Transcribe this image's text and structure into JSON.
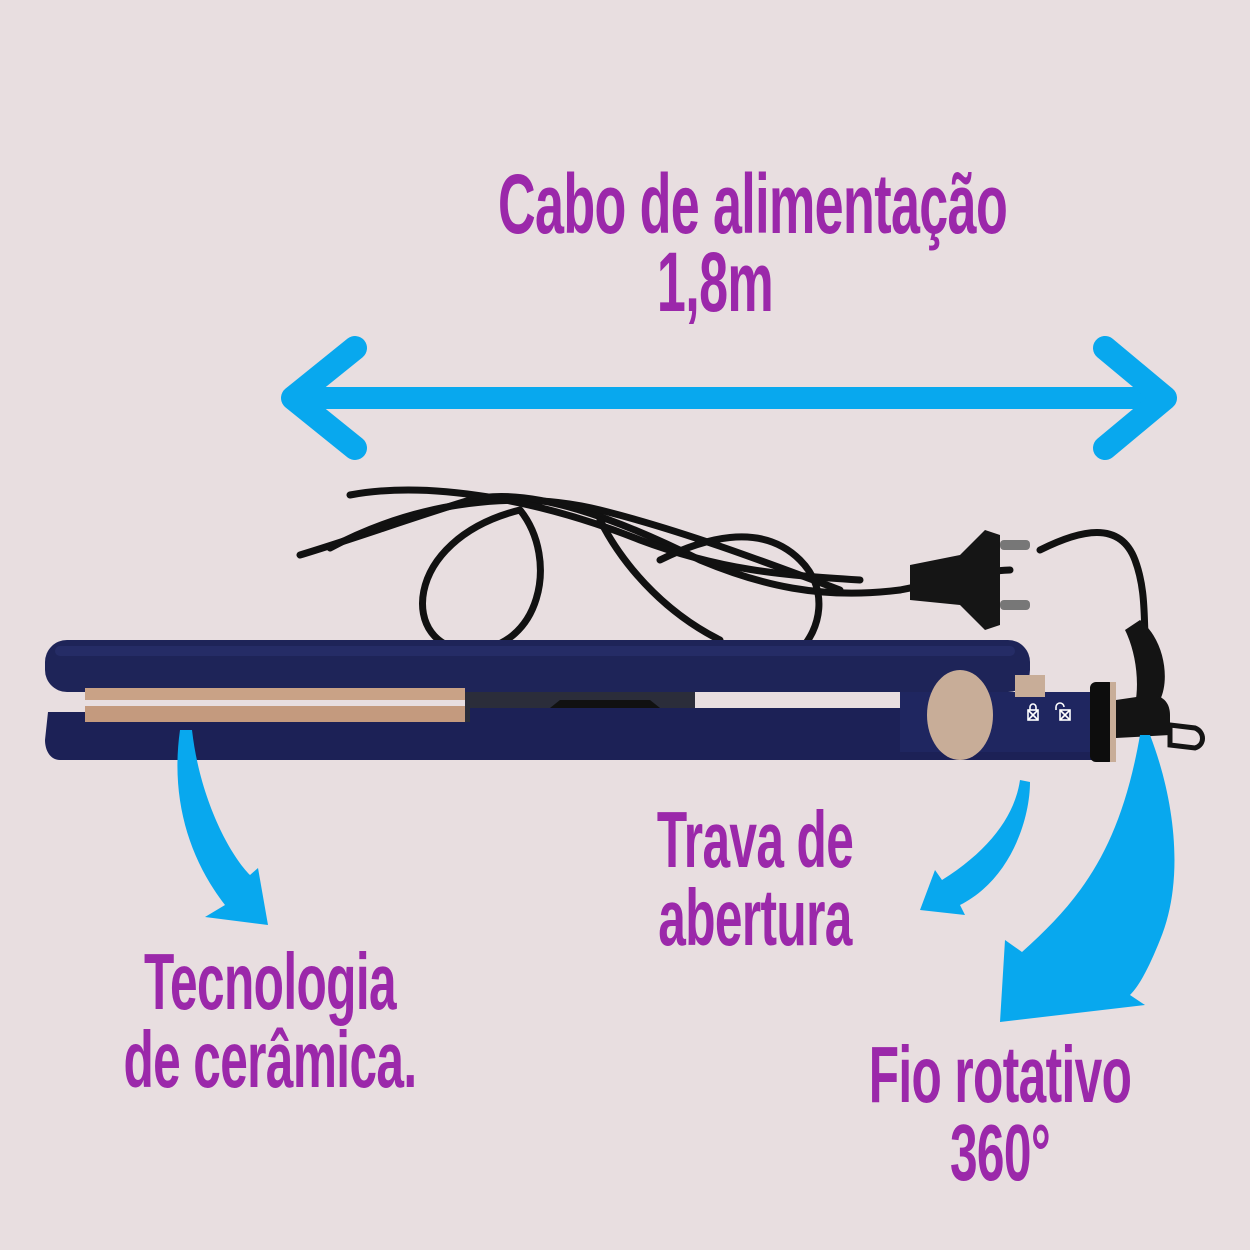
{
  "colors": {
    "background": "#e8dee0",
    "label_text": "#9b28aa",
    "arrow": "#08a8ee",
    "straightener_body": "#1c2156",
    "ceramic_plate": "#c49a7e",
    "lock_button": "#c8ad98",
    "cord": "#111111"
  },
  "annotations": {
    "cable": {
      "line1": "Cabo de alimentação",
      "line2": "1,8m"
    },
    "ceramic": {
      "line1": "Tecnologia",
      "line2": "de cerâmica."
    },
    "lock": {
      "line1": "Trava de",
      "line2": "abertura"
    },
    "swivel": {
      "line1": "Fio rotativo",
      "line2": "360°"
    }
  },
  "icons": {
    "double_arrow": "double-headed-arrow",
    "lock_closed": "lock-closed-icon",
    "lock_open": "lock-open-icon"
  }
}
